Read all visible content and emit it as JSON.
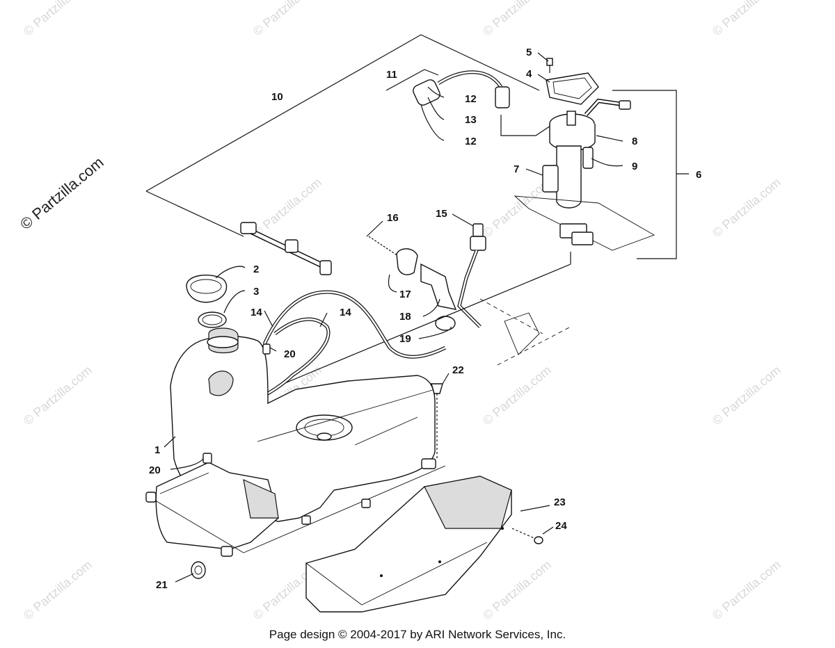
{
  "brand": "© Partzilla.com",
  "watermark": "© Partzilla.com",
  "footer": "Page design © 2004-2017 by ARI Network Services, Inc.",
  "callouts": [
    "1",
    "2",
    "3",
    "4",
    "5",
    "6",
    "7",
    "8",
    "9",
    "10",
    "11",
    "12",
    "12",
    "13",
    "14",
    "14",
    "15",
    "16",
    "17",
    "18",
    "19",
    "20",
    "20",
    "21",
    "22",
    "23",
    "24"
  ]
}
